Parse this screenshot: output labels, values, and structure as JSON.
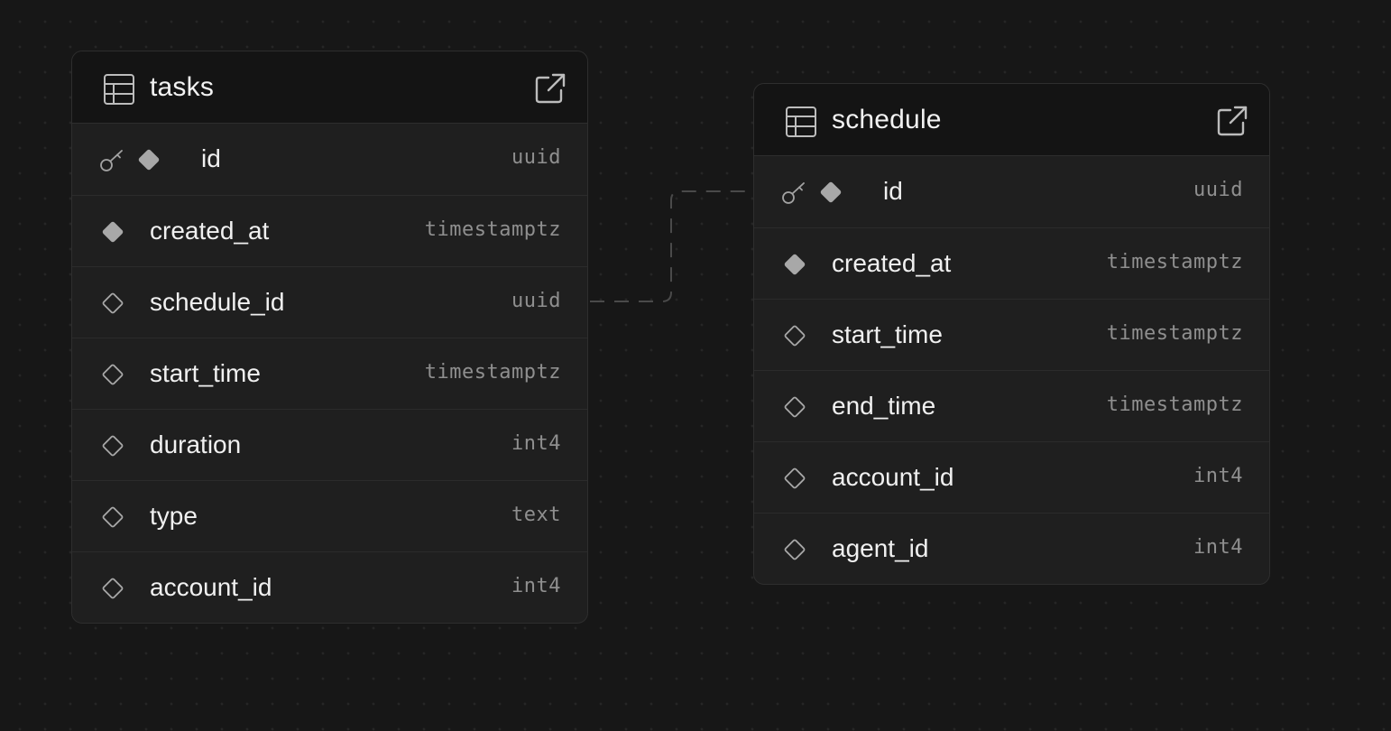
{
  "tables": [
    {
      "name": "tasks",
      "columns": [
        {
          "name": "id",
          "type": "uuid",
          "primary_key": true,
          "nullable": false
        },
        {
          "name": "created_at",
          "type": "timestamptz",
          "primary_key": false,
          "nullable": false
        },
        {
          "name": "schedule_id",
          "type": "uuid",
          "primary_key": false,
          "nullable": true
        },
        {
          "name": "start_time",
          "type": "timestamptz",
          "primary_key": false,
          "nullable": true
        },
        {
          "name": "duration",
          "type": "int4",
          "primary_key": false,
          "nullable": true
        },
        {
          "name": "type",
          "type": "text",
          "primary_key": false,
          "nullable": true
        },
        {
          "name": "account_id",
          "type": "int4",
          "primary_key": false,
          "nullable": true
        }
      ]
    },
    {
      "name": "schedule",
      "columns": [
        {
          "name": "id",
          "type": "uuid",
          "primary_key": true,
          "nullable": false
        },
        {
          "name": "created_at",
          "type": "timestamptz",
          "primary_key": false,
          "nullable": false
        },
        {
          "name": "start_time",
          "type": "timestamptz",
          "primary_key": false,
          "nullable": true
        },
        {
          "name": "end_time",
          "type": "timestamptz",
          "primary_key": false,
          "nullable": true
        },
        {
          "name": "account_id",
          "type": "int4",
          "primary_key": false,
          "nullable": true
        },
        {
          "name": "agent_id",
          "type": "int4",
          "primary_key": false,
          "nullable": true
        }
      ]
    }
  ],
  "relationships": [
    {
      "from": "tasks.schedule_id",
      "to": "schedule.id"
    }
  ],
  "icons": {
    "table": "table-grid-icon",
    "open": "external-link-icon",
    "primary_key": "key-icon",
    "not_null": "filled-diamond-icon",
    "nullable": "outline-diamond-icon"
  },
  "colors": {
    "background": "#171717",
    "card": "#1f1f1f",
    "header": "#141414",
    "border": "#2e2e2e",
    "text": "#ededed",
    "type_text": "#8f8f8f",
    "icon": "#a3a3a3"
  }
}
